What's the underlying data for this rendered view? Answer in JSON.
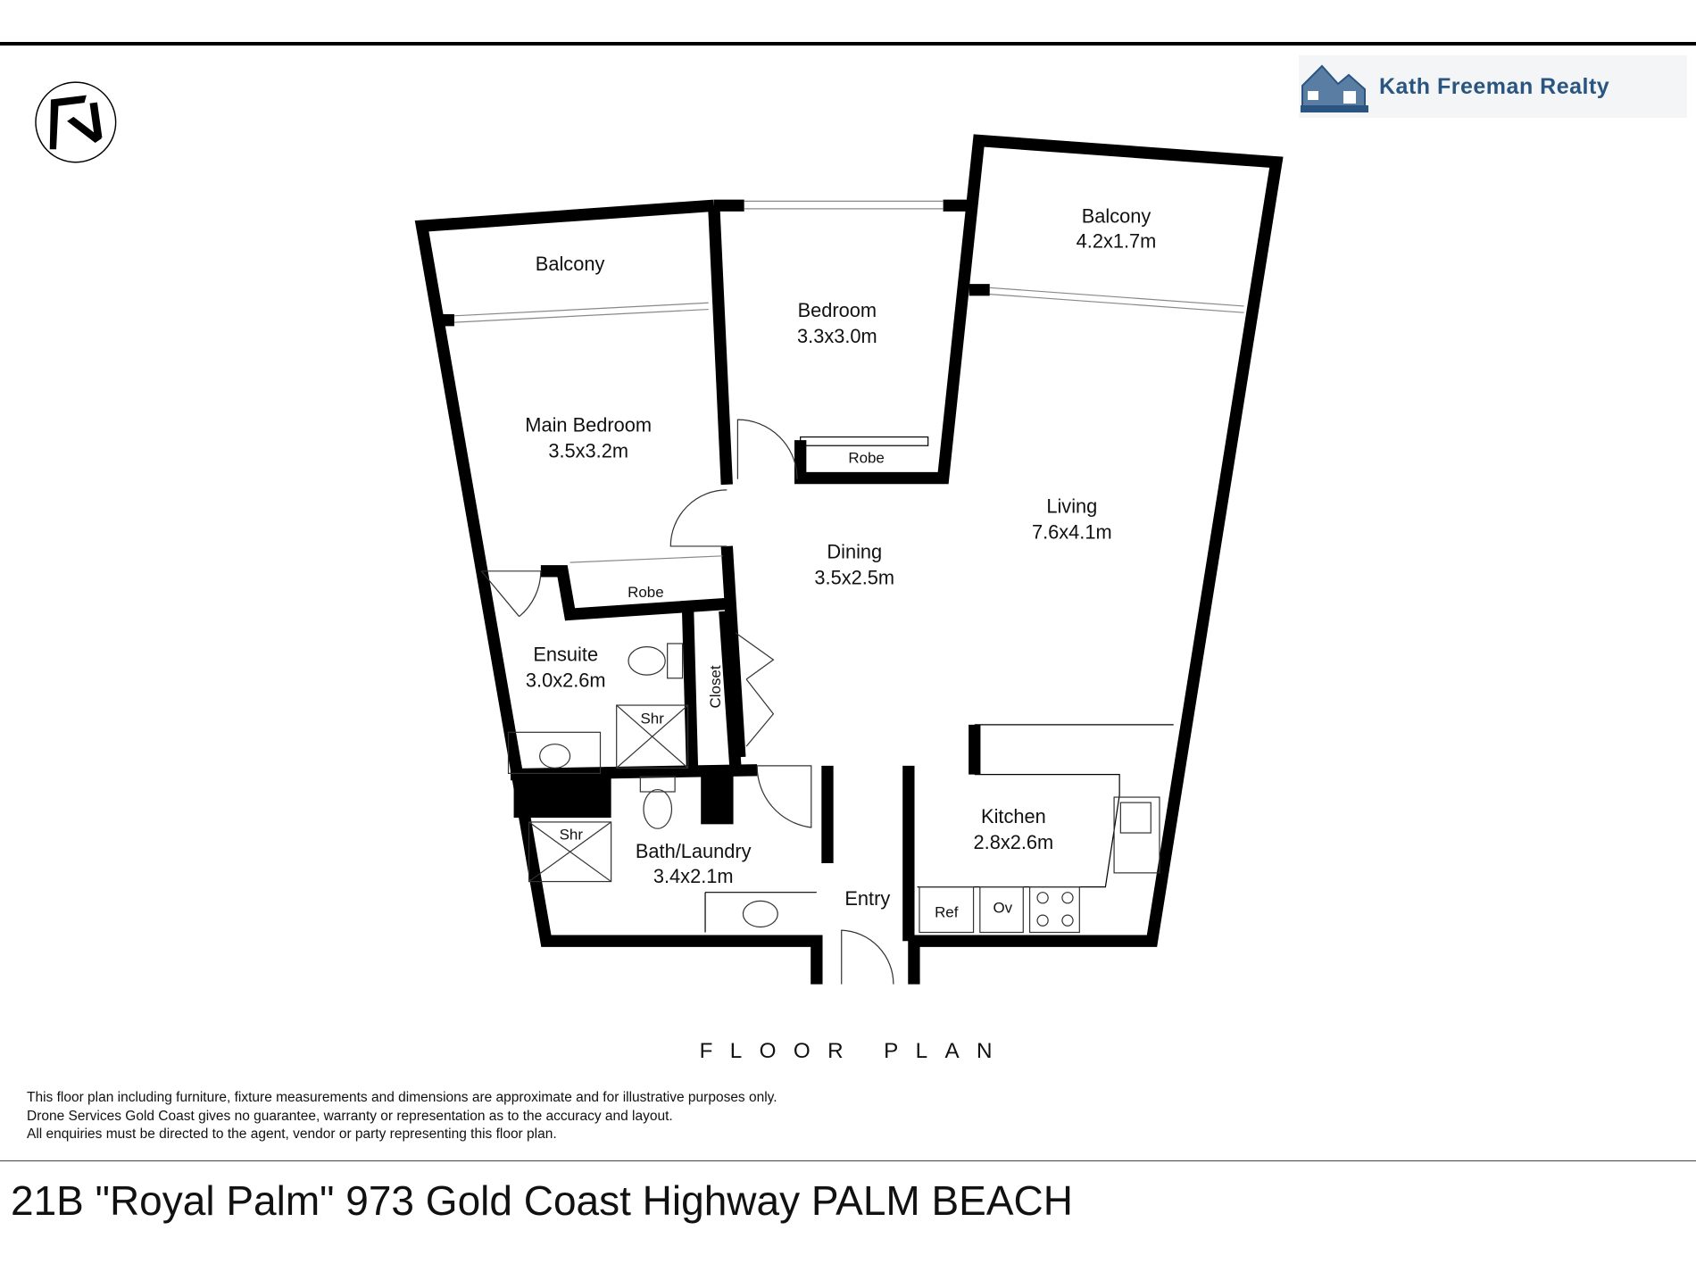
{
  "brand": {
    "name": "Kath Freeman Realty",
    "color": "#2a5580"
  },
  "compass": {
    "icon": "north-arrow-icon"
  },
  "rooms": {
    "balcony_left": {
      "name": "Balcony"
    },
    "bedroom": {
      "name": "Bedroom",
      "size": "3.3x3.0m"
    },
    "balcony_right": {
      "name": "Balcony",
      "size": "4.2x1.7m"
    },
    "main_bedroom": {
      "name": "Main Bedroom",
      "size": "3.5x3.2m"
    },
    "robe_bedroom": {
      "name": "Robe"
    },
    "living": {
      "name": "Living",
      "size": "7.6x4.1m"
    },
    "dining": {
      "name": "Dining",
      "size": "3.5x2.5m"
    },
    "robe_main": {
      "name": "Robe"
    },
    "ensuite": {
      "name": "Ensuite",
      "size": "3.0x2.6m"
    },
    "closet": {
      "name": "Closet"
    },
    "ensuite_shower": {
      "name": "Shr"
    },
    "bath_shower": {
      "name": "Shr"
    },
    "kitchen": {
      "name": "Kitchen",
      "size": "2.8x2.6m"
    },
    "bath_laundry": {
      "name": "Bath/Laundry",
      "size": "3.4x2.1m"
    },
    "entry": {
      "name": "Entry"
    },
    "fridge": {
      "name": "Ref"
    },
    "oven": {
      "name": "Ov"
    }
  },
  "plan_heading": "FLOOR PLAN",
  "disclaimer": [
    "This floor plan including furniture, fixture measurements and dimensions are approximate and for illustrative purposes only.",
    "Drone Services Gold Coast gives no guarantee, warranty or representation as to the accuracy and layout.",
    "All enquiries must be directed to the agent, vendor or party representing this floor plan."
  ],
  "address": "21B \"Royal Palm\" 973 Gold Coast Highway PALM BEACH"
}
